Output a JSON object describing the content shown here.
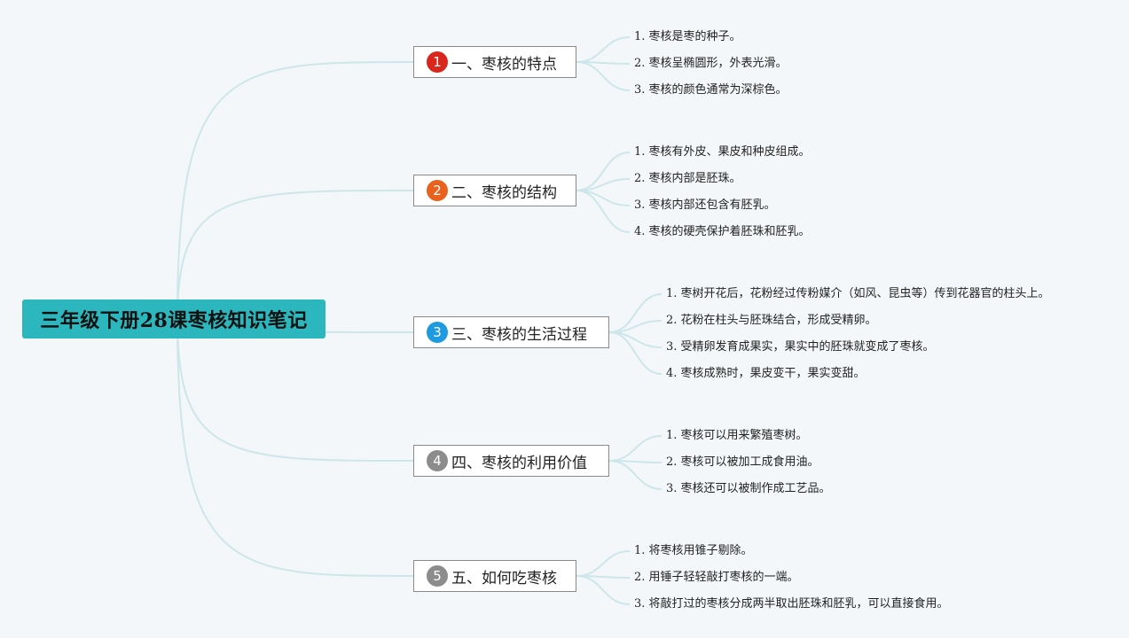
{
  "title": "三年级下册28课枣核知识笔记",
  "colors": {
    "root_bg": "#2bb7bd",
    "connector": "#cde6ea",
    "badge_1": "#d9261c",
    "badge_2": "#e8621d",
    "badge_3": "#1e9be0",
    "badge_4": "#8c8c8c",
    "badge_5": "#8c8c8c"
  },
  "branches": [
    {
      "num": "1",
      "label": "一、枣核的特点",
      "items": [
        "1. 枣核是枣的种子。",
        "2. 枣核呈椭圆形，外表光滑。",
        "3. 枣核的颜色通常为深棕色。"
      ]
    },
    {
      "num": "2",
      "label": "二、枣核的结构",
      "items": [
        "1. 枣核有外皮、果皮和种皮组成。",
        "2. 枣核内部是胚珠。",
        "3. 枣核内部还包含有胚乳。",
        "4. 枣核的硬壳保护着胚珠和胚乳。"
      ]
    },
    {
      "num": "3",
      "label": "三、枣核的生活过程",
      "items": [
        "1. 枣树开花后，花粉经过传粉媒介（如风、昆虫等）传到花器官的柱头上。",
        "2. 花粉在柱头与胚珠结合，形成受精卵。",
        "3. 受精卵发育成果实，果实中的胚珠就变成了枣核。",
        "4. 枣核成熟时，果皮变干，果实变甜。"
      ]
    },
    {
      "num": "4",
      "label": "四、枣核的利用价值",
      "items": [
        "1. 枣核可以用来繁殖枣树。",
        "2. 枣核可以被加工成食用油。",
        "3. 枣核还可以被制作成工艺品。"
      ]
    },
    {
      "num": "5",
      "label": "五、如何吃枣核",
      "items": [
        "1. 将枣核用锥子剔除。",
        "2. 用锤子轻轻敲打枣核的一端。",
        "3. 将敲打过的枣核分成两半取出胚珠和胚乳，可以直接食用。"
      ]
    }
  ]
}
